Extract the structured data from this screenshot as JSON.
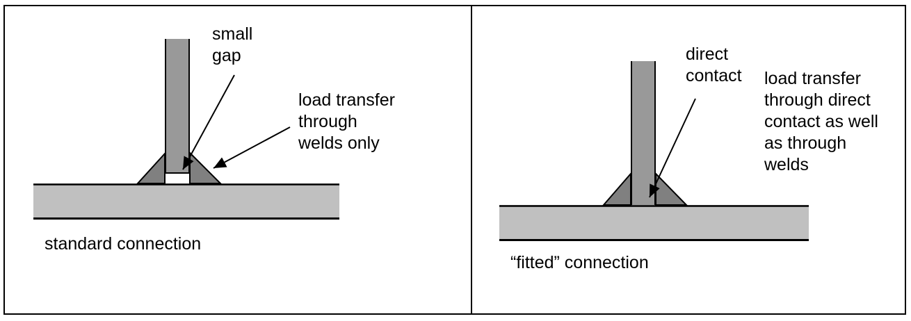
{
  "figure": {
    "title": "weld connection comparison diagram",
    "panels": [
      {
        "name": "standard",
        "gap_label": "small\ngap",
        "transfer_label": "load transfer\nthrough\nwelds only",
        "caption": "standard connection"
      },
      {
        "name": "fitted",
        "gap_label": "direct\ncontact",
        "transfer_label": "load transfer\nthrough direct\ncontact as well\nas through\nwelds",
        "caption": "“fitted” connection"
      }
    ]
  },
  "colors": {
    "column": "#999999",
    "weld": "#808080",
    "plate": "#c0c0c0",
    "line": "#000000",
    "background": "#ffffff"
  }
}
